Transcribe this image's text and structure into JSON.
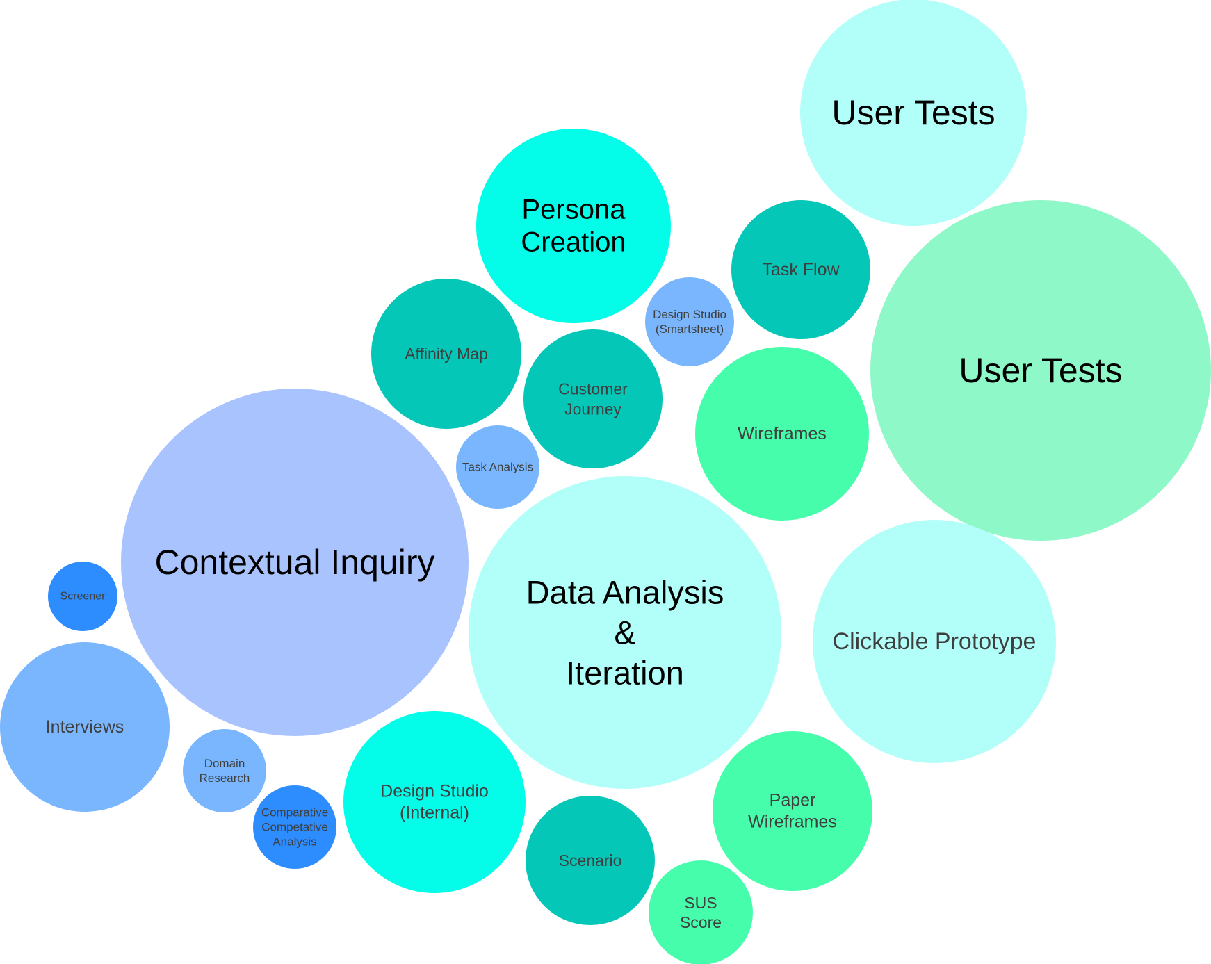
{
  "colors": {
    "lavender": "#a9c3ff",
    "light_cyan": "#b2fef8",
    "cyan": "#04fde9",
    "teal": "#04c7b8",
    "mint": "#8ff8c8",
    "green": "#45fdab",
    "light_blue": "#79b6fd",
    "blue": "#2d8cfe",
    "text_dark": "#000000",
    "text_gray": "#3f3f3f"
  },
  "bubbles": [
    {
      "id": "user-tests-top",
      "lines": [
        "User Tests"
      ],
      "color": "light_cyan",
      "text": "text_dark"
    },
    {
      "id": "persona-creation",
      "lines": [
        "Persona",
        "Creation"
      ],
      "color": "cyan",
      "text": "text_dark"
    },
    {
      "id": "task-flow",
      "lines": [
        "Task Flow"
      ],
      "color": "teal",
      "text": "text_gray"
    },
    {
      "id": "design-studio-smartsheet",
      "lines": [
        "Design Studio",
        "(Smartsheet)"
      ],
      "color": "light_blue",
      "text": "text_gray"
    },
    {
      "id": "user-tests-large",
      "lines": [
        "User Tests"
      ],
      "color": "mint",
      "text": "text_dark"
    },
    {
      "id": "affinity-map",
      "lines": [
        "Affinity Map"
      ],
      "color": "teal",
      "text": "text_gray"
    },
    {
      "id": "customer-journey",
      "lines": [
        "Customer",
        "Journey"
      ],
      "color": "teal",
      "text": "text_gray"
    },
    {
      "id": "wireframes",
      "lines": [
        "Wireframes"
      ],
      "color": "green",
      "text": "text_gray"
    },
    {
      "id": "task-analysis",
      "lines": [
        "Task Analysis"
      ],
      "color": "light_blue",
      "text": "text_gray"
    },
    {
      "id": "contextual-inquiry",
      "lines": [
        "Contextual Inquiry"
      ],
      "color": "lavender",
      "text": "text_dark"
    },
    {
      "id": "data-analysis-iteration",
      "lines": [
        "Data Analysis",
        "&",
        "Iteration"
      ],
      "color": "light_cyan",
      "text": "text_dark"
    },
    {
      "id": "clickable-prototype",
      "lines": [
        "Clickable Prototype"
      ],
      "color": "light_cyan",
      "text": "text_gray"
    },
    {
      "id": "screener",
      "lines": [
        "Screener"
      ],
      "color": "blue",
      "text": "text_gray"
    },
    {
      "id": "interviews",
      "lines": [
        "Interviews"
      ],
      "color": "light_blue",
      "text": "text_gray"
    },
    {
      "id": "domain-research",
      "lines": [
        "Domain",
        "Research"
      ],
      "color": "light_blue",
      "text": "text_gray"
    },
    {
      "id": "comparative-competative-analysis",
      "lines": [
        "Comparative",
        "Competative",
        "Analysis"
      ],
      "color": "blue",
      "text": "text_gray"
    },
    {
      "id": "design-studio-internal",
      "lines": [
        "Design Studio",
        "(Internal)"
      ],
      "color": "cyan",
      "text": "text_gray"
    },
    {
      "id": "scenario",
      "lines": [
        "Scenario"
      ],
      "color": "teal",
      "text": "text_gray"
    },
    {
      "id": "paper-wireframes",
      "lines": [
        "Paper",
        "Wireframes"
      ],
      "color": "green",
      "text": "text_gray"
    },
    {
      "id": "sus-score",
      "lines": [
        "SUS",
        "Score"
      ],
      "color": "green",
      "text": "text_gray"
    }
  ]
}
